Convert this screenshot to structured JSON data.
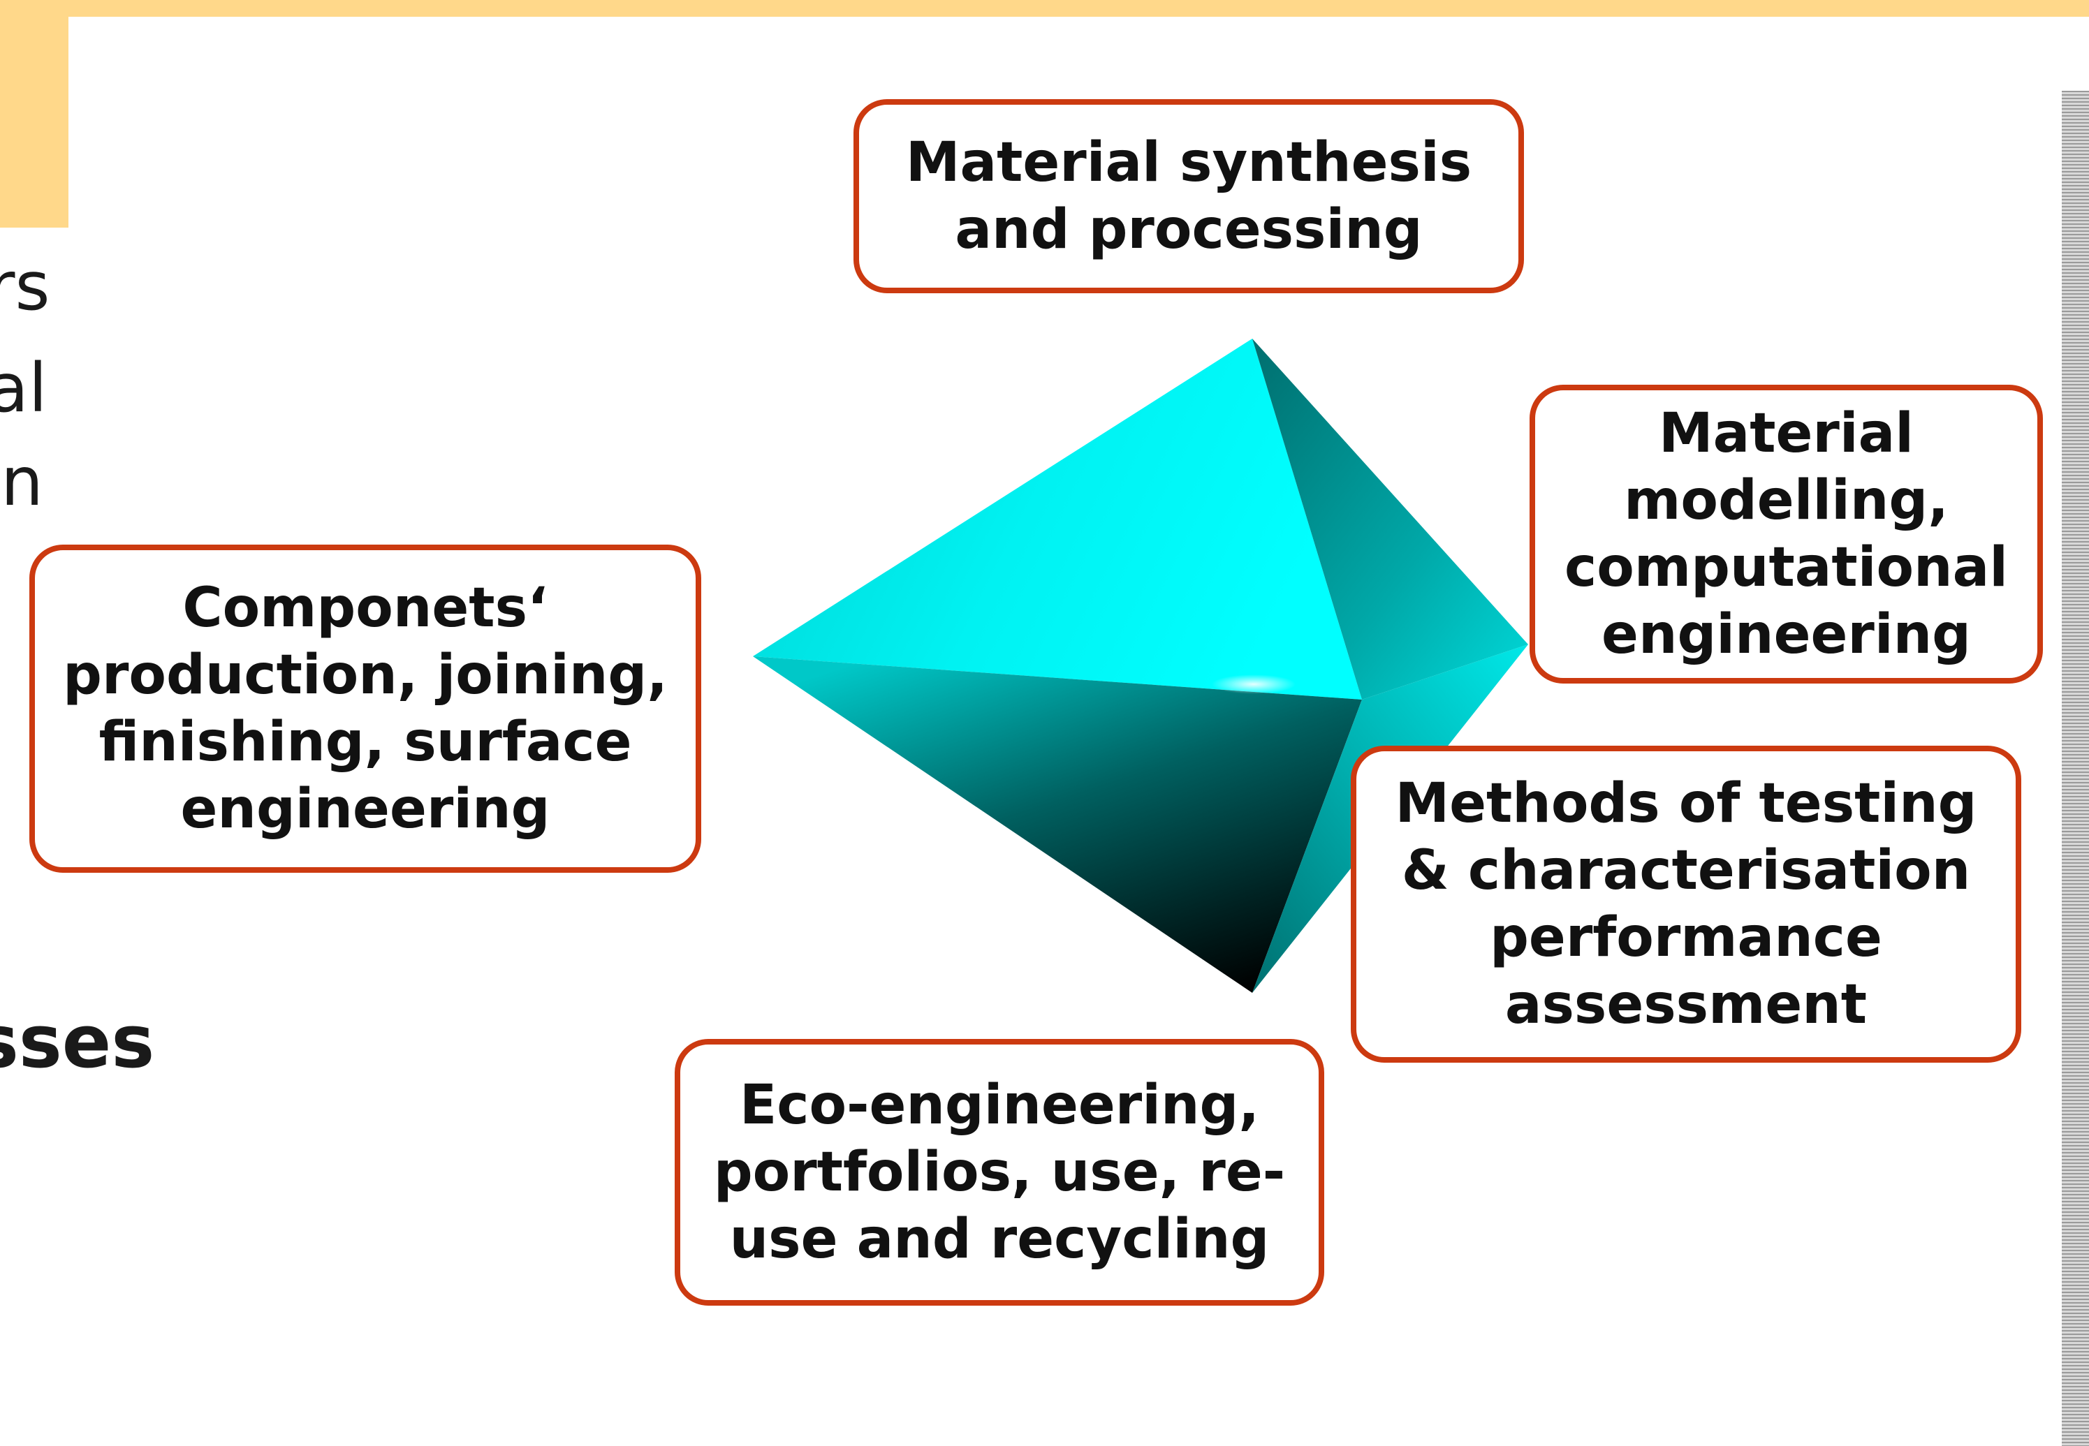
{
  "background_fragments": {
    "line1": "rs",
    "line2": "al",
    "line3": "n",
    "heading": "sses"
  },
  "diagram": {
    "center_shape": "cyan octahedron",
    "accent_color": "#CC3A10",
    "shape_color": "#00F0F0",
    "boxes": [
      {
        "id": "top",
        "lines": [
          "Material synthesis",
          "and processing"
        ]
      },
      {
        "id": "right",
        "lines": [
          "Material",
          "modelling,",
          "computational",
          "engineering"
        ]
      },
      {
        "id": "left",
        "lines": [
          "Componets‘",
          "production, joining,",
          "finishing, surface",
          "engineering"
        ]
      },
      {
        "id": "bottom-right",
        "lines": [
          "Methods of testing",
          "& characterisation",
          "performance",
          "assessment"
        ]
      },
      {
        "id": "bottom",
        "lines": [
          "Eco-engineering,",
          "portfolios, use, re-",
          "use and recycling"
        ]
      }
    ]
  }
}
